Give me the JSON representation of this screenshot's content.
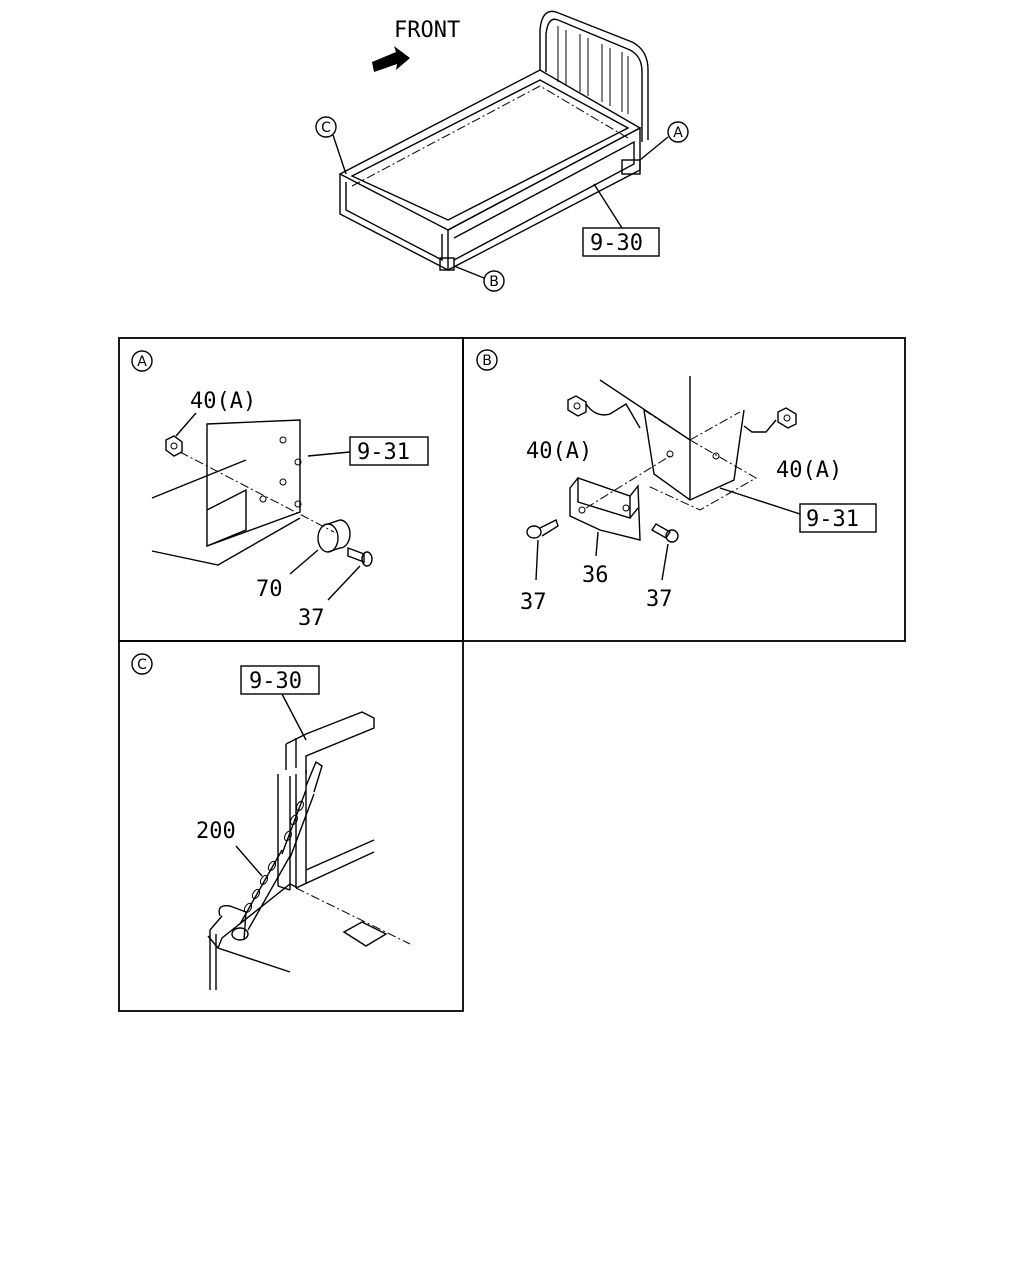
{
  "overview": {
    "front_label": "FRONT",
    "callout_a": "A",
    "callout_b": "B",
    "callout_c": "C",
    "ref_9_30": "9-30"
  },
  "panel_a": {
    "title": "A",
    "nut_label": "40(A)",
    "ref_label": "9-31",
    "spacer_label": "70",
    "bolt_label": "37"
  },
  "panel_b": {
    "title": "B",
    "nut_left_label": "40(A)",
    "nut_right_label": "40(A)",
    "ref_label": "9-31",
    "bolt_left_label": "37",
    "bracket_label": "36",
    "bolt_right_label": "37"
  },
  "panel_c": {
    "title": "C",
    "ref_label": "9-30",
    "turnbuckle_label": "200"
  }
}
